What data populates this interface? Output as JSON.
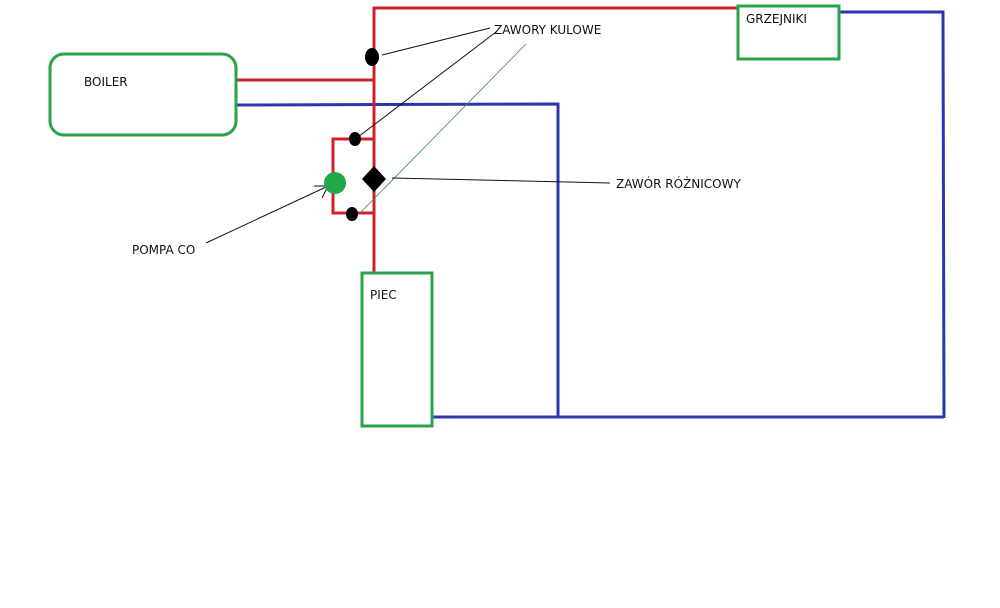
{
  "labels": {
    "boiler": "BOILER",
    "grzejniki": "GRZEJNIKI",
    "piec": "PIEC",
    "zawory_kulowe": "ZAWORY KULOWE",
    "zawor_roznicowy": "ZAWÓR RÓŻNICOWY",
    "pompa_co": "POMPA CO"
  },
  "colors": {
    "supply_pipe": "#d0202a",
    "return_pipe": "#2b35b0",
    "component_outline": "#2aa34a",
    "pump": "#22a84a",
    "valve": "#000000",
    "leader_line": "#111111",
    "guide_line": "#3a8a5a"
  }
}
